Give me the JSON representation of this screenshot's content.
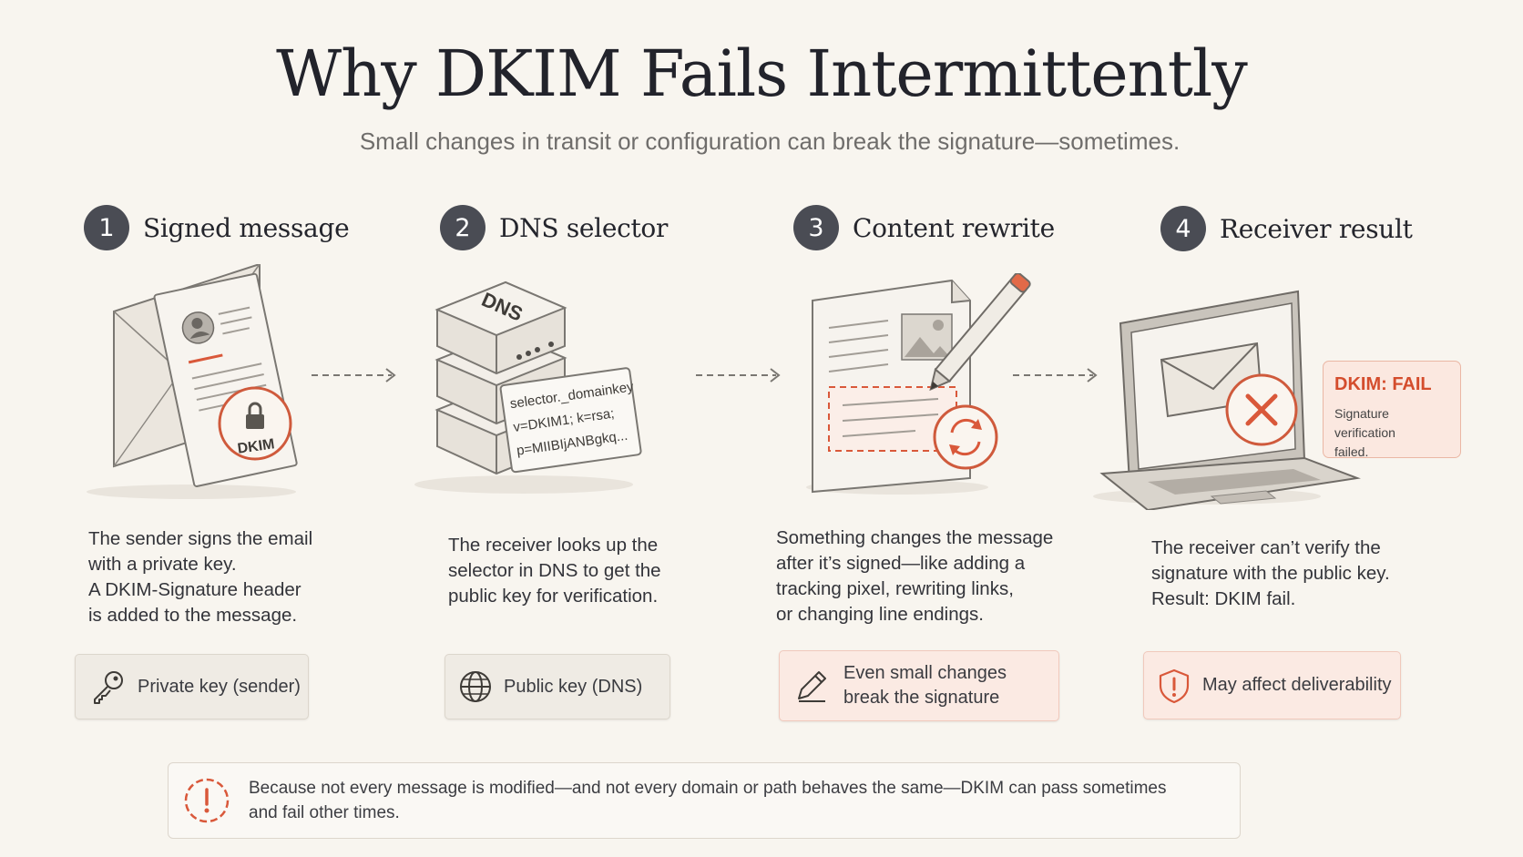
{
  "title": "Why DKIM Fails Intermittently",
  "subtitle": "Small changes in transit or configuration can break the signature—sometimes.",
  "colors": {
    "accent": "#d9583a",
    "dark": "#4a4c54",
    "background": "#f8f5ef",
    "warn_bg": "#fbeae3"
  },
  "steps": [
    {
      "number": "1",
      "title": "Signed message",
      "description": [
        "The sender signs the email",
        "with a private key.",
        "A DKIM-Signature header",
        "is added to the message."
      ],
      "illustration": {
        "icon": "signed-envelope-icon",
        "badge_label": "DKIM"
      },
      "pill": {
        "icon": "key-icon",
        "lines": [
          "Private key (sender)"
        ],
        "style": "neutral"
      }
    },
    {
      "number": "2",
      "title": "DNS selector",
      "description": [
        "The receiver looks up the",
        "selector in DNS to get the",
        "public key for verification."
      ],
      "illustration": {
        "icon": "dns-server-icon",
        "server_label": "DNS",
        "record": [
          "selector._domainkey",
          "v=DKIM1; k=rsa;",
          "p=MIIBIjANBgkq..."
        ]
      },
      "pill": {
        "icon": "globe-icon",
        "lines": [
          "Public key (DNS)"
        ],
        "style": "neutral"
      }
    },
    {
      "number": "3",
      "title": "Content rewrite",
      "description": [
        "Something changes the message",
        "after it’s signed—like adding a",
        "tracking pixel, rewriting links,",
        "or changing line endings."
      ],
      "illustration": {
        "icon": "document-edit-icon"
      },
      "pill": {
        "icon": "pencil-icon",
        "lines": [
          "Even small changes",
          "break the signature"
        ],
        "style": "warn"
      }
    },
    {
      "number": "4",
      "title": "Receiver result",
      "description": [
        "The receiver can’t verify the",
        "signature with the public key.",
        "Result: DKIM fail."
      ],
      "illustration": {
        "icon": "laptop-fail-icon",
        "fail_title": "DKIM: FAIL",
        "fail_text": [
          "Signature verification",
          "failed."
        ]
      },
      "pill": {
        "icon": "shield-alert-icon",
        "lines": [
          "May affect deliverability"
        ],
        "style": "warn"
      }
    }
  ],
  "footer": {
    "icon": "alert-circle-icon",
    "lines": [
      "Because not every message is modified—and not every domain or path behaves the same—DKIM can pass sometimes",
      "and fail other times."
    ]
  }
}
